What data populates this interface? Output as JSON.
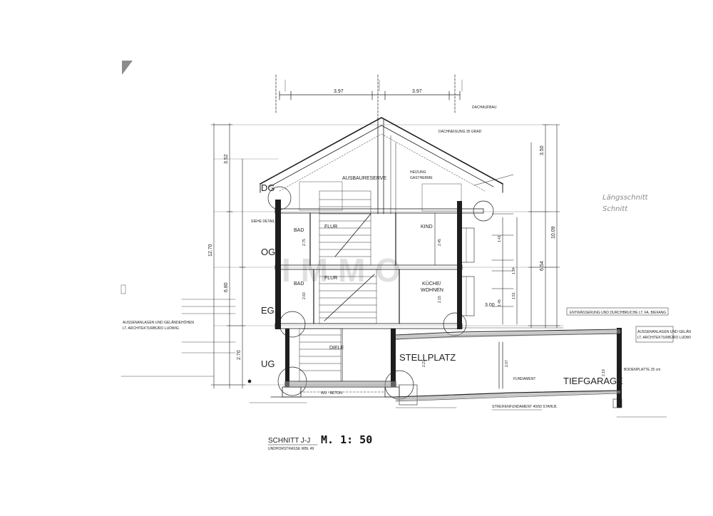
{
  "drawing": {
    "title": "SCHNITT J-J",
    "subtitle": "UNDHORSTRASSE WBL 49",
    "scale": "M. 1: 50",
    "handwritten_note": [
      "Längsschnitt",
      "Schnitt"
    ],
    "watermark": "IMMO"
  },
  "floors": [
    {
      "code": "DG"
    },
    {
      "code": "OG"
    },
    {
      "code": "EG"
    },
    {
      "code": "UG"
    }
  ],
  "rooms": {
    "bad_og": "BAD",
    "flur_og": "FLUR",
    "kind": "KIND",
    "bad_eg": "BAD",
    "flur_eg": "FLUR",
    "kueche": "KÜCHE/",
    "wohnen": "WOHNEN",
    "diele": "DIELE",
    "stellplatz": "STELLPLATZ",
    "tiefgarage": "TIEFGARAGE",
    "ausbaureserve": "AUSBAURESERVE",
    "heizung": "HEIZUNG",
    "gastherme": "GASTHERME"
  },
  "dimensions": {
    "top_a": "3.97",
    "top_b": "3.97",
    "left_total": "12.70",
    "left_upper": "3.52",
    "left_mid": "6.80",
    "left_low": "2.70",
    "right_total": "10.09",
    "right_upper": "3.50",
    "right_mid": "6.54",
    "eg_height": "3.00",
    "h_275": "2.75",
    "h_260": "2.60",
    "h_245": "2.45",
    "h_215": "2.15",
    "h_134": "1.34",
    "h_151": "1.51",
    "h_141": "1.41",
    "h_145": "1.45",
    "h_207": "2.07",
    "h_223": "2.23",
    "h_219": "2.19"
  },
  "callouts": {
    "entwaesserung": "ENTWÄSSERUNG UND DURCHBRUCHE LT. FA. BIEFANG",
    "aussen_left": [
      "AUSSENANLAGEN UND GELÄNDEHÖHEN",
      "LT. ARCHITEKTURBÜRO LUDWIG"
    ],
    "aussen_right": [
      "AUSSENANLAGEN UND GELÄN",
      "LT. ARCHITEKTURBÜRO LUDWI"
    ],
    "dachneigung": "DACHNEIGUNG 35 GRAD",
    "dachaufbau": "DACHAUFBAU",
    "siehe_detail": "SIEHE DETAIL",
    "wu_beton": "WU - BETON",
    "fundament": "FUNDAMENT",
    "streifenfundament": "STREIFENFUNDAMENT 40/50 STAHLB.",
    "bodenplatte": "BODENPLATTE 25 cm"
  },
  "colors": {
    "ink": "#1e1e1e",
    "paper": "#ffffff",
    "faint": "#9a9a9a"
  }
}
